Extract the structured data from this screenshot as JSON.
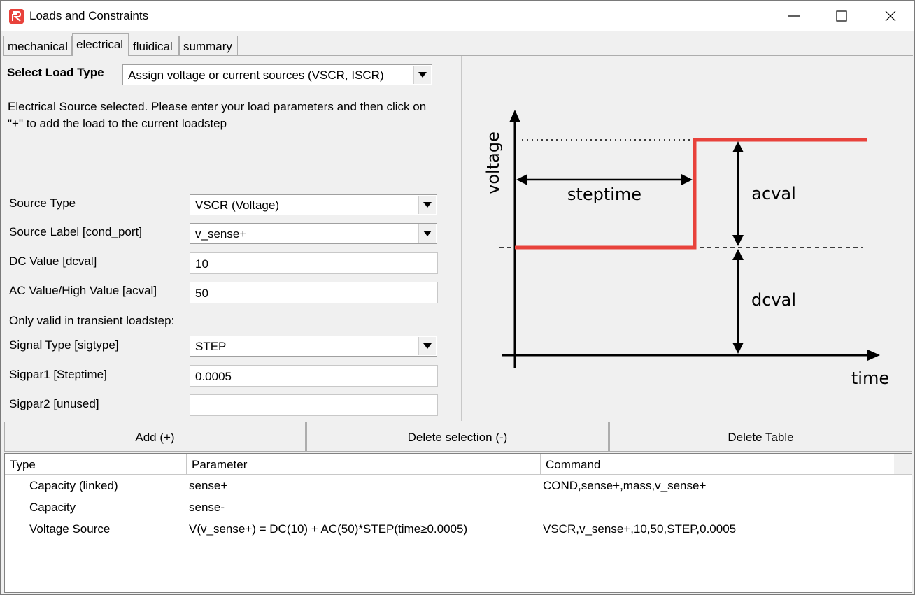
{
  "window": {
    "title": "Loads and Constraints",
    "app_icon": "app-logo-icon",
    "controls": [
      "minimize-icon",
      "maximize-icon",
      "close-icon"
    ]
  },
  "tabs": [
    {
      "label": "mechanical",
      "active": false
    },
    {
      "label": "electrical",
      "active": true
    },
    {
      "label": "fluidical",
      "active": false
    },
    {
      "label": "summary",
      "active": false
    }
  ],
  "load_type": {
    "label": "Select Load Type",
    "value": "Assign voltage or current sources (VSCR, ISCR)"
  },
  "info": {
    "line1": "Electrical Source selected. Please enter your load parameters and then click on",
    "line2": "\"+\" to add the load to the current loadstep"
  },
  "form": {
    "source_type": {
      "label": "Source Type",
      "value": "VSCR (Voltage)"
    },
    "source_label": {
      "label": "Source Label [cond_port]",
      "value": "v_sense+"
    },
    "dc_value": {
      "label": "DC Value [dcval]",
      "value": "10"
    },
    "ac_value": {
      "label": "AC Value/High Value [acval]",
      "value": "50"
    },
    "transient_note": "Only valid in transient loadstep:",
    "signal_type": {
      "label": "Signal Type [sigtype]",
      "value": "STEP"
    },
    "sigpar1": {
      "label": "Sigpar1 [Steptime]",
      "value": "0.0005"
    },
    "sigpar2": {
      "label": "Sigpar2 [unused]",
      "value": ""
    }
  },
  "diagram": {
    "y_axis_label": "voltage",
    "x_axis_label": "time",
    "steptime_label": "steptime",
    "acval_label": "acval",
    "dcval_label": "dcval",
    "signal_color": "#e8423b"
  },
  "buttons": {
    "add": "Add (+)",
    "delete_selection": "Delete selection (-)",
    "delete_table": "Delete Table"
  },
  "table": {
    "columns": [
      "Type",
      "Parameter",
      "Command"
    ],
    "rows": [
      {
        "type": "Capacity (linked)",
        "parameter": "sense+",
        "command": "COND,sense+,mass,v_sense+"
      },
      {
        "type": "Capacity",
        "parameter": "sense-",
        "command": ""
      },
      {
        "type": "Voltage Source",
        "parameter": "V(v_sense+) = DC(10) + AC(50)*STEP(time≥0.0005)",
        "command": "VSCR,v_sense+,10,50,STEP,0.0005"
      }
    ]
  }
}
